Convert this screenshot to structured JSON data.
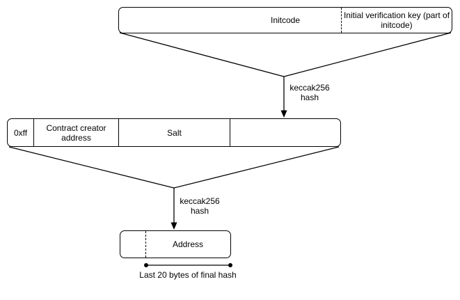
{
  "initcode_box": {
    "label": "Initcode",
    "right_section_label": "Initial verification key (part of initcode)"
  },
  "hash_step_1": {
    "label": "keccak256 hash"
  },
  "input_box": {
    "cells": [
      {
        "label": "0xff"
      },
      {
        "label": "Contract creator address"
      },
      {
        "label": "Salt"
      },
      {
        "label": ""
      }
    ]
  },
  "hash_step_2": {
    "label": "keccak256 hash"
  },
  "address_box": {
    "label": "Address"
  },
  "measurement": {
    "label": "Last 20 bytes of final hash"
  },
  "colors": {
    "stroke": "#000000",
    "text": "#000000",
    "background": "#ffffff"
  }
}
